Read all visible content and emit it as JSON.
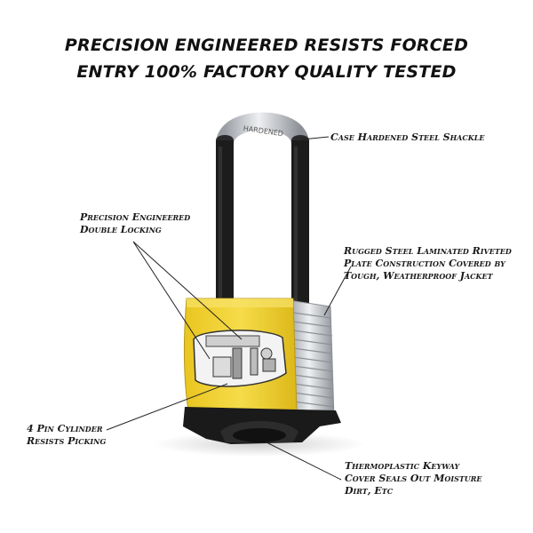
{
  "headline": {
    "line1": "PRECISION ENGINEERED RESISTS FORCED",
    "line2": "ENTRY 100% FACTORY QUALITY TESTED"
  },
  "shackle_engraving": "HARDENED",
  "callouts": {
    "shackle": [
      "Case Hardened Steel Shackle"
    ],
    "double_locking": [
      "Precision Engineered",
      "Double Locking"
    ],
    "laminated": [
      "Rugged Steel Laminated Riveted",
      "Plate Construction Covered by",
      "Tough, Weatherproof Jacket"
    ],
    "cylinder": [
      "4 Pin Cylinder",
      "Resists Picking"
    ],
    "keyway": [
      "Thermoplastic Keyway",
      "Cover Seals Out Moisture",
      "Dirt, Etc"
    ]
  },
  "colors": {
    "jacket_yellow": "#f1d23a",
    "shackle_black": "#1c1c1c",
    "steel": "#c9ccd0",
    "bumper": "#1a1a1a"
  }
}
